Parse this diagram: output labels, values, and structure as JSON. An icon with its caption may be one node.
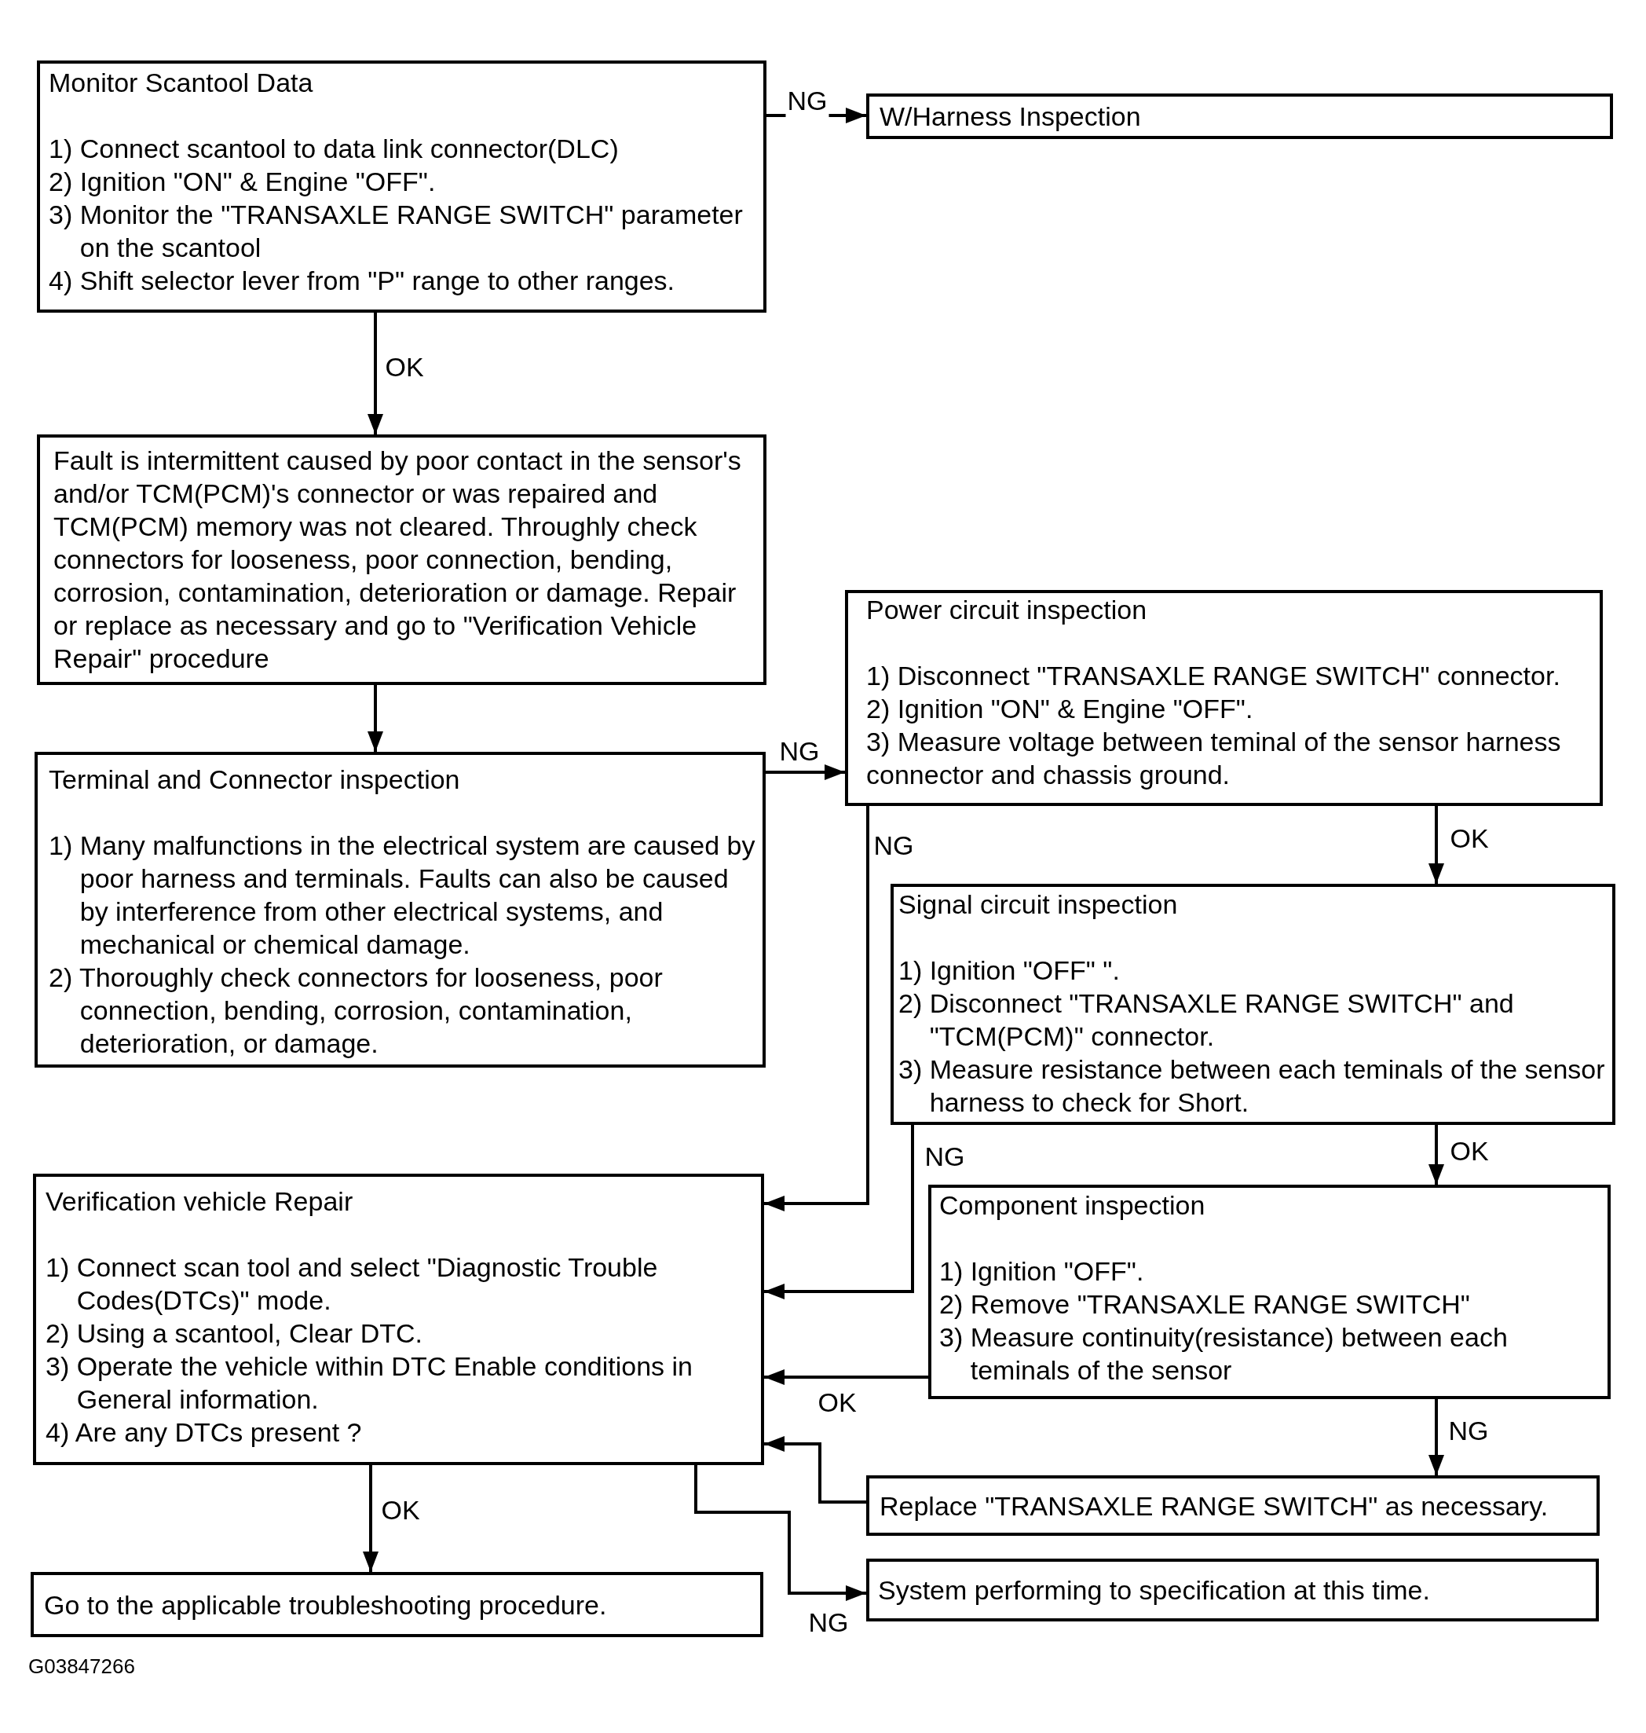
{
  "diagram": {
    "nodes": [
      {
        "text": [
          "Monitor Scantool Data",
          "1) Connect scantool to data link connector(DLC)",
          "2) Ignition \"ON\" & Engine \"OFF\".",
          "3) Monitor the \"TRANSAXLE RANGE SWITCH\" parameter on the scantool",
          "4) Shift selector lever from \"P\" range to other ranges."
        ]
      },
      {
        "text": [
          "W/Harness Inspection"
        ]
      },
      {
        "text": [
          "Fault is intermittent caused by poor contact in the sensor's and/or TCM(PCM)'s connector or was repaired and TCM(PCM) memory was not cleared. Throughly check connectors for looseness, poor connection, bending, corrosion, contamination, deterioration or damage. Repair or replace as necessary and go to \"Verification Vehicle Repair\" procedure"
        ]
      },
      {
        "text": [
          "Terminal and Connector inspection",
          "1) Many malfunctions in the electrical system are caused by poor harness and terminals. Faults can also be caused by interference from other electrical systems, and mechanical or chemical damage.",
          "2) Thoroughly check connectors for looseness, poor connection, bending, corrosion, contamination, deterioration, or damage."
        ]
      },
      {
        "text": [
          "Power circuit inspection",
          "1) Disconnect \"TRANSAXLE RANGE SWITCH\" connector.",
          "2) Ignition \"ON\" & Engine \"OFF\".",
          "3) Measure voltage between teminal of the sensor harness connector and chassis ground."
        ]
      },
      {
        "text": [
          "Signal circuit inspection",
          "1) Ignition \"OFF\" \".",
          "2) Disconnect \"TRANSAXLE RANGE SWITCH\" and \"TCM(PCM)\" connector.",
          "3) Measure resistance between each teminals of the sensor harness to check for Short."
        ]
      },
      {
        "text": [
          "Verification vehicle Repair",
          "1) Connect scan tool and select \"Diagnostic Trouble Codes(DTCs)\" mode.",
          "2) Using a scantool, Clear DTC.",
          "3) Operate the vehicle within DTC Enable conditions in General information.",
          "4) Are any DTCs present ?"
        ]
      },
      {
        "text": [
          "Component inspection",
          "1) Ignition \"OFF\".",
          "2) Remove \"TRANSAXLE RANGE SWITCH\"",
          "3) Measure continuity(resistance) between each teminals of the sensor"
        ]
      },
      {
        "text": [
          "Replace \"TRANSAXLE RANGE SWITCH\" as necessary."
        ]
      },
      {
        "text": [
          "Go to the applicable troubleshooting procedure."
        ]
      },
      {
        "text": [
          "System performing to specification at this time."
        ]
      }
    ],
    "edges": [
      {
        "from": 0,
        "to": 1,
        "arrow": "to",
        "label": "NG"
      },
      {
        "from": 0,
        "to": 2,
        "arrow": "to",
        "label": "OK"
      },
      {
        "from": 2,
        "to": 3,
        "arrow": "to"
      },
      {
        "from": 3,
        "to": 4,
        "arrow": "to",
        "label": "NG"
      },
      {
        "from": 4,
        "to": 6,
        "arrow": "to",
        "label": "NG"
      },
      {
        "from": 4,
        "to": 5,
        "arrow": "to",
        "label": "OK"
      },
      {
        "from": 5,
        "to": 6,
        "arrow": "to",
        "label": "NG"
      },
      {
        "from": 5,
        "to": 7,
        "arrow": "to",
        "label": "OK"
      },
      {
        "from": 7,
        "to": 6,
        "arrow": "to",
        "label": "OK"
      },
      {
        "from": 7,
        "to": 8,
        "arrow": "to",
        "label": "NG"
      },
      {
        "from": 8,
        "to": 6,
        "arrow": "to"
      },
      {
        "from": 6,
        "to": 10,
        "arrow": "to",
        "label": "NG"
      },
      {
        "from": 6,
        "to": 9,
        "arrow": "to",
        "label": "OK"
      }
    ],
    "labels": [
      "G03847266"
    ]
  }
}
